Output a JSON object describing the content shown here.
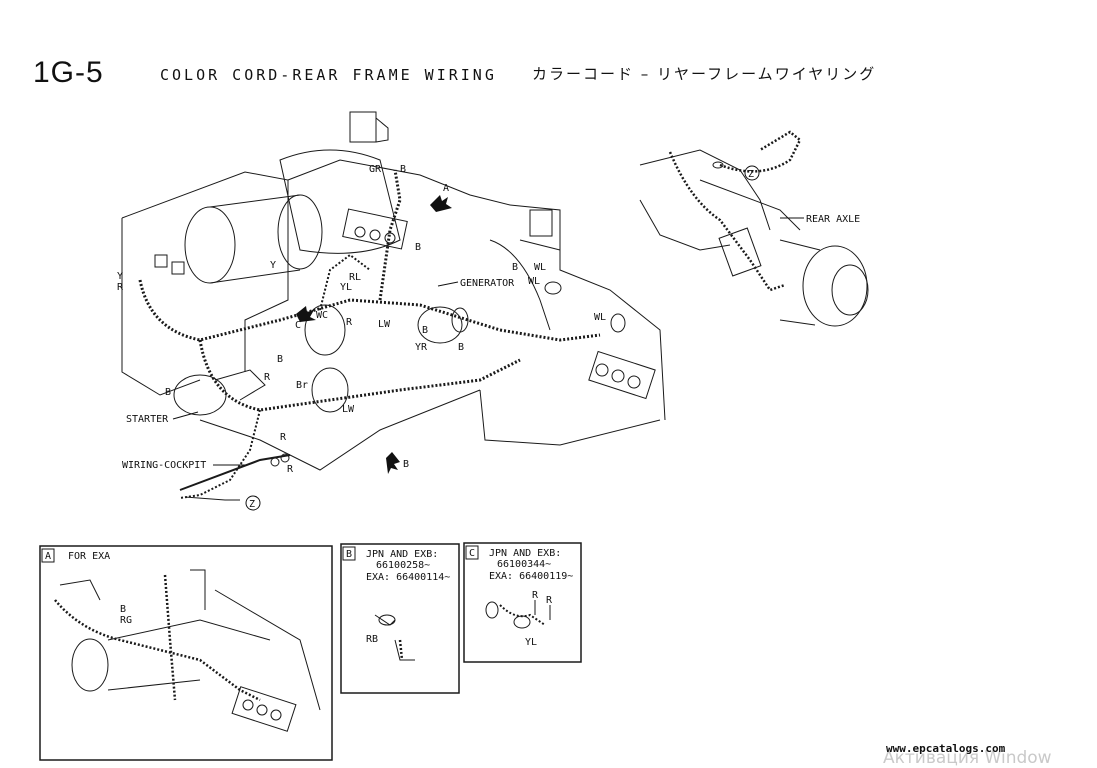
{
  "header": {
    "page_number": "1G-5",
    "title": "COLOR CORD-REAR FRAME WIRING",
    "title_jp": "カラーコード – リヤーフレームワイヤリング"
  },
  "main_diagram": {
    "callouts": {
      "generator": "GENERATOR",
      "starter": "STARTER",
      "wiring_cockpit": "WIRING-COCKPIT",
      "rear_axle": "REAR AXLE"
    },
    "wire_codes": {
      "gr": "GR",
      "b": "B",
      "y": "Y",
      "r": "R",
      "rl": "RL",
      "yl": "YL",
      "lw": "LW",
      "wc": "WC",
      "yr": "YR",
      "br": "Br",
      "wl": "WL"
    },
    "view_arrows": {
      "a": "A",
      "b": "B",
      "c": "C"
    },
    "connector_z": "Z"
  },
  "panel_a": {
    "letter": "A",
    "title": "FOR EXA",
    "wire_b": "B",
    "wire_rg": "RG"
  },
  "panel_b": {
    "letter": "B",
    "line1": "JPN AND EXB:",
    "line2": "66100258~",
    "line3": "EXA: 66400114~",
    "wire_rb": "RB"
  },
  "panel_c": {
    "letter": "C",
    "line1": "JPN AND EXB:",
    "line2": "66100344~",
    "line3": "EXA: 66400119~",
    "wire_r": "R",
    "wire_yl": "YL"
  },
  "footer": {
    "url": "www.epcatalogs.com",
    "watermark": "Активация Window"
  }
}
